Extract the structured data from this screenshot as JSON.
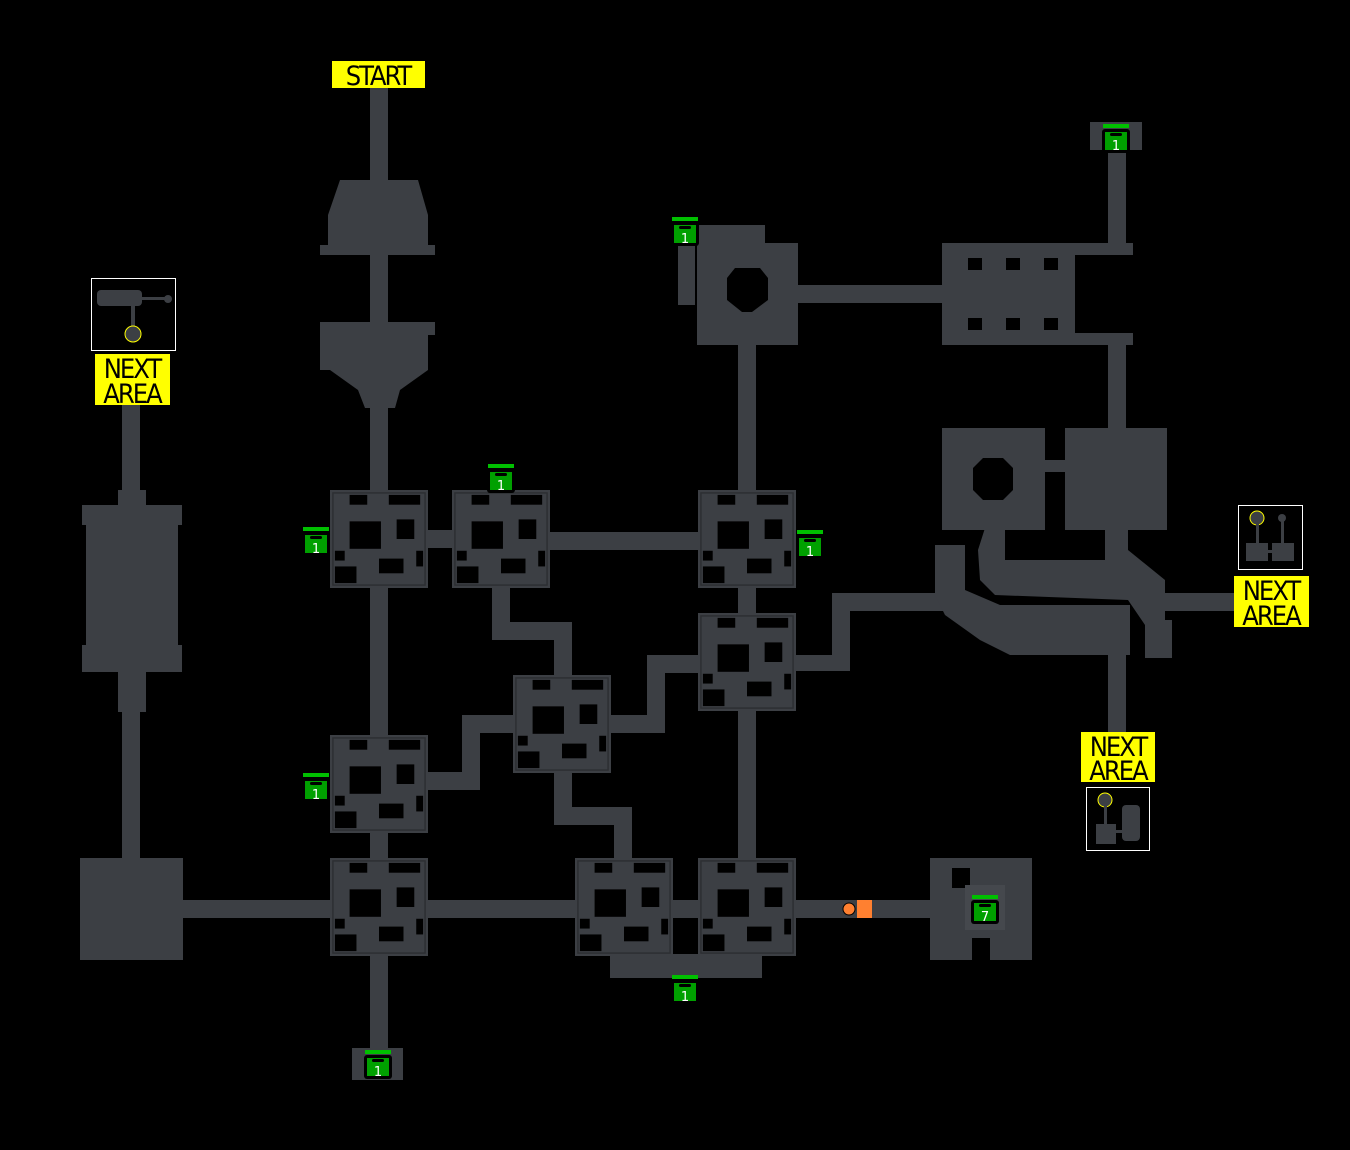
{
  "map": {
    "start_label": "START",
    "next_area_labels": [
      [
        "NEXT",
        "AREA"
      ],
      [
        "NEXT",
        "AREA"
      ],
      [
        "NEXT",
        "AREA"
      ]
    ],
    "chests": [
      {
        "count": "1"
      },
      {
        "count": "1"
      },
      {
        "count": "1"
      },
      {
        "count": "1"
      },
      {
        "count": "1"
      },
      {
        "count": "1"
      },
      {
        "count": "1"
      },
      {
        "count": "1"
      },
      {
        "count": "7"
      }
    ],
    "colors": {
      "floor": "#3c3f44",
      "label_bg": "#ffff00",
      "chest": "#00a000",
      "chest_lid": "#00c000",
      "door": "#ff8030",
      "background": "#000000"
    }
  }
}
